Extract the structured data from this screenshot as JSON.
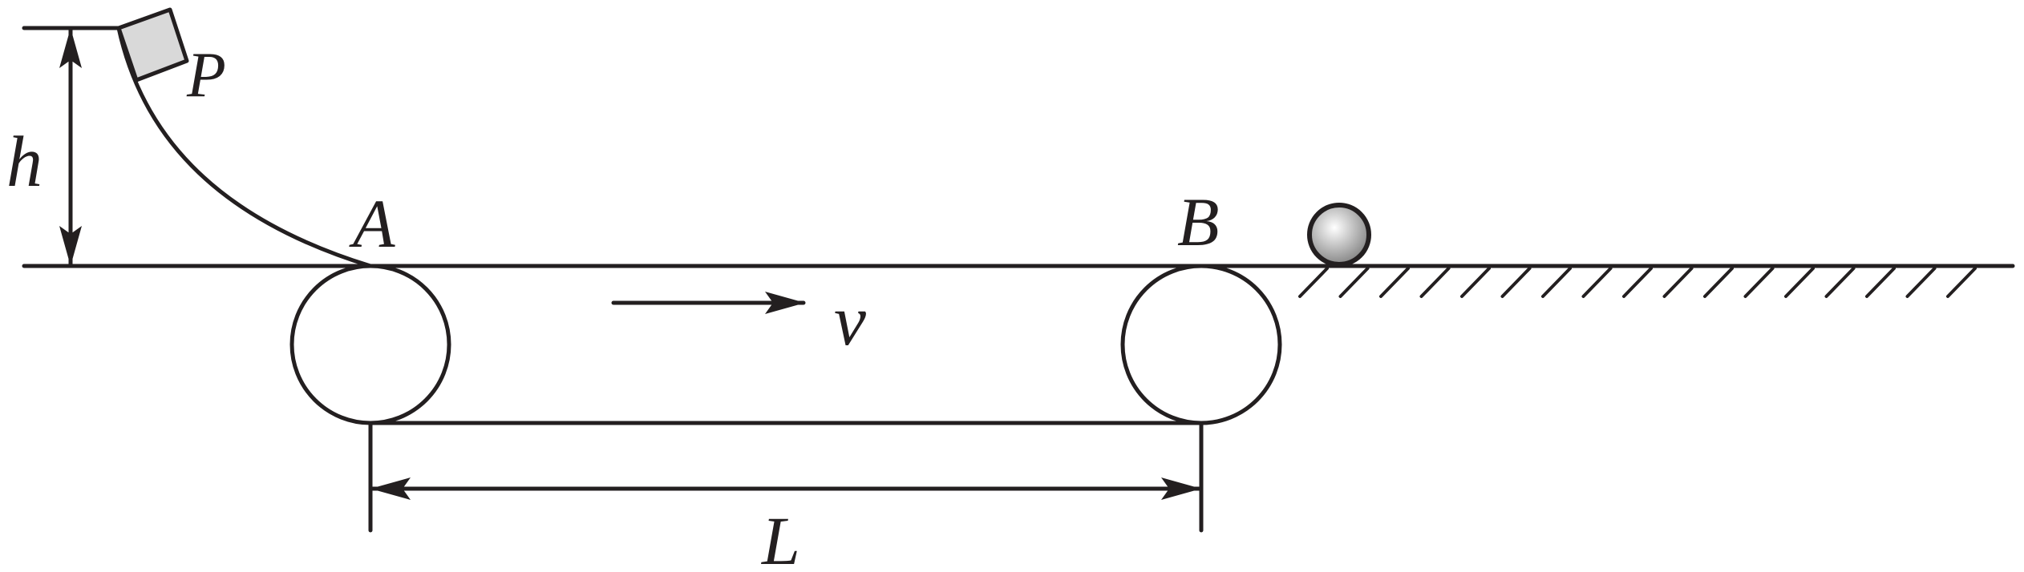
{
  "labels": {
    "block": "P",
    "height": "h",
    "point_a": "A",
    "point_b": "B",
    "velocity": "v",
    "length": "L"
  },
  "colors": {
    "stroke": "#231f20",
    "block_fill": "#d9d9d9",
    "ball_highlight": "#ffffff",
    "ball_shade": "#8c8c8c",
    "background": "#ffffff"
  }
}
